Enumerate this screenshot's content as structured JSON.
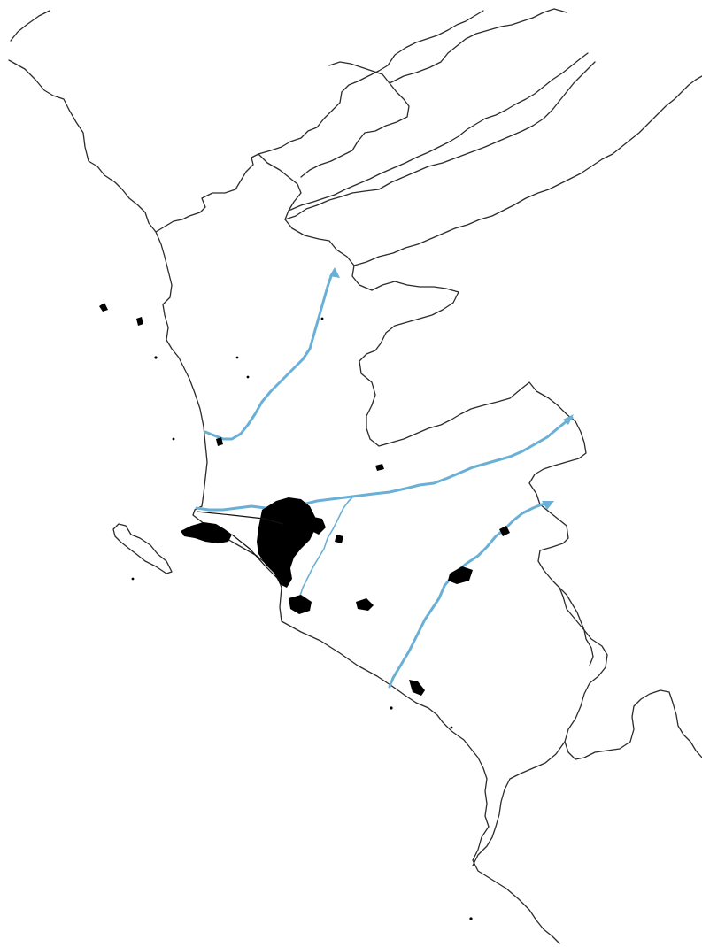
{
  "map": {
    "colors": {
      "background": "#ffffff",
      "outline": "#2a2a2a",
      "river": "#6ab0d6",
      "urban": "#000000"
    },
    "layers": [
      "coastline",
      "watershed-boundaries",
      "rivers",
      "urban-areas",
      "island"
    ],
    "labels": []
  }
}
